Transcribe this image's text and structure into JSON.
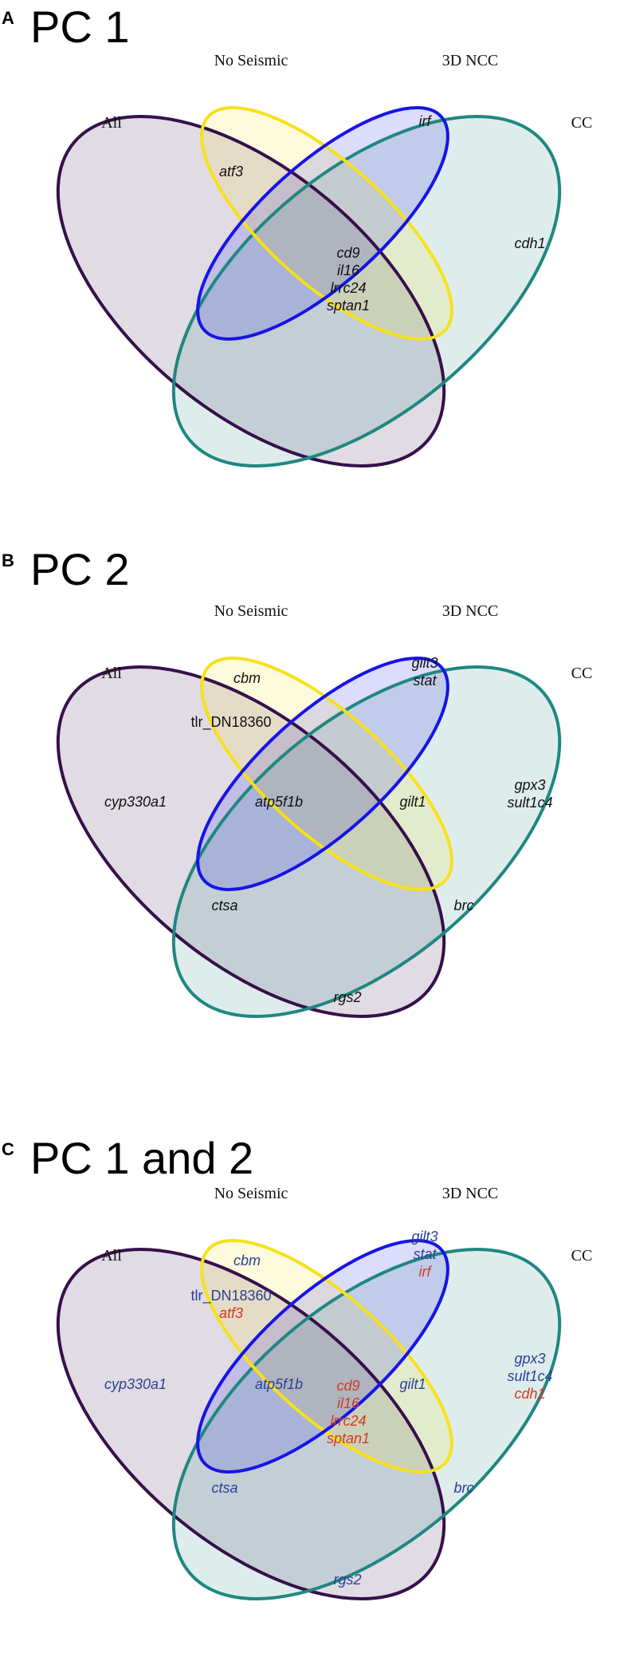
{
  "colors": {
    "all": "#36104a",
    "no_seismic": "#f6e11c",
    "nccd": "#1614e6",
    "cc": "#1f8781",
    "pc1_gene": "#d5381f",
    "pc2_gene": "#2a3f95",
    "plain_gene": "#111111"
  },
  "set_labels": {
    "all": "All",
    "no_seismic": "No Seismic",
    "nccd": "3D NCC",
    "cc": "CC"
  },
  "panels": [
    {
      "letter": "A",
      "title": "PC 1",
      "genes": {
        "all_ns": [
          {
            "text": "atf3",
            "src": "plain"
          }
        ],
        "nccd_only": [
          {
            "text": "irf",
            "src": "plain"
          }
        ],
        "cc_only": [
          {
            "text": "cdh1",
            "src": "plain"
          }
        ],
        "center": [
          {
            "text": "cd9",
            "src": "plain"
          },
          {
            "text": "il16",
            "src": "plain"
          },
          {
            "text": "lrrc24",
            "src": "plain"
          },
          {
            "text": "sptan1",
            "src": "plain"
          }
        ]
      }
    },
    {
      "letter": "B",
      "title": "PC 2",
      "genes": {
        "ns_only": [
          {
            "text": "cbm",
            "src": "plain"
          }
        ],
        "nccd_only": [
          {
            "text": "gilt3",
            "src": "plain"
          },
          {
            "text": "stat",
            "src": "plain"
          }
        ],
        "all_ns": [
          {
            "text": "tlr_DN18360",
            "src": "plain"
          }
        ],
        "all_only": [
          {
            "text": "cyp330a1",
            "src": "plain"
          }
        ],
        "all_ns_nccd": [
          {
            "text": "atp5f1b",
            "src": "plain"
          }
        ],
        "ns_nccd_cc": [
          {
            "text": "gilt1",
            "src": "plain"
          }
        ],
        "cc_only": [
          {
            "text": "gpx3",
            "src": "plain"
          },
          {
            "text": "sult1c4",
            "src": "plain"
          }
        ],
        "all_nccd": [
          {
            "text": "ctsa",
            "src": "plain"
          }
        ],
        "ns_cc": [
          {
            "text": "brc",
            "src": "plain"
          }
        ],
        "all_cc": [
          {
            "text": "rgs2",
            "src": "plain"
          }
        ]
      }
    },
    {
      "letter": "C",
      "title": "PC 1 and 2",
      "genes": {
        "ns_only": [
          {
            "text": "cbm",
            "src": "pc2"
          }
        ],
        "nccd_only": [
          {
            "text": "gilt3",
            "src": "pc2"
          },
          {
            "text": "stat",
            "src": "pc2"
          },
          {
            "text": "irf",
            "src": "pc1"
          }
        ],
        "all_ns": [
          {
            "text": "tlr_DN18360",
            "src": "pc2"
          },
          {
            "text": "atf3",
            "src": "pc1"
          }
        ],
        "all_only": [
          {
            "text": "cyp330a1",
            "src": "pc2"
          }
        ],
        "all_ns_nccd": [
          {
            "text": "atp5f1b",
            "src": "pc2"
          }
        ],
        "ns_nccd_cc": [
          {
            "text": "gilt1",
            "src": "pc2"
          }
        ],
        "cc_only": [
          {
            "text": "gpx3",
            "src": "pc2"
          },
          {
            "text": "sult1c4",
            "src": "pc2"
          },
          {
            "text": "cdh1",
            "src": "pc1"
          }
        ],
        "center": [
          {
            "text": "cd9",
            "src": "pc1"
          },
          {
            "text": "il16",
            "src": "pc1"
          },
          {
            "text": "lrrc24",
            "src": "pc1"
          },
          {
            "text": "sptan1",
            "src": "pc1"
          }
        ],
        "all_nccd": [
          {
            "text": "ctsa",
            "src": "pc2"
          }
        ],
        "ns_cc": [
          {
            "text": "brc",
            "src": "pc2"
          }
        ],
        "all_cc": [
          {
            "text": "rgs2",
            "src": "pc2"
          }
        ]
      }
    }
  ]
}
